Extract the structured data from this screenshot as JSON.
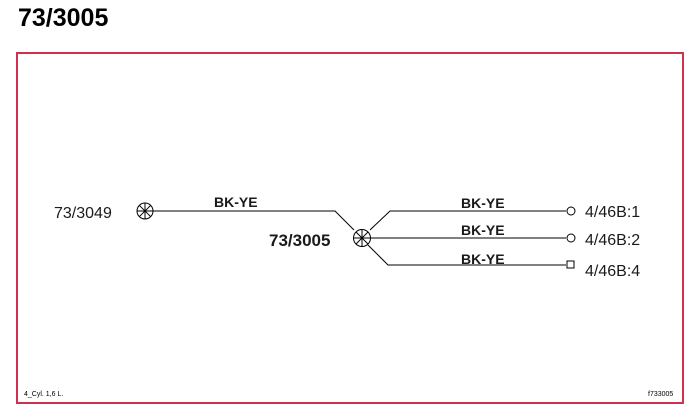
{
  "page": {
    "title": "73/3005"
  },
  "diagram": {
    "left_connector": "73/3049",
    "center_connector": "73/3005",
    "left_wire": "BK-YE",
    "branches": [
      {
        "wire": "BK-YE",
        "terminal": "4/46B:1"
      },
      {
        "wire": "BK-YE",
        "terminal": "4/46B:2"
      },
      {
        "wire": "BK-YE",
        "terminal": "4/46B:4"
      }
    ],
    "colors": {
      "frame": "#d0304e",
      "line": "#000000"
    }
  },
  "footer": {
    "left": "4_Cyl. 1,6 L.",
    "right": "f733005"
  }
}
